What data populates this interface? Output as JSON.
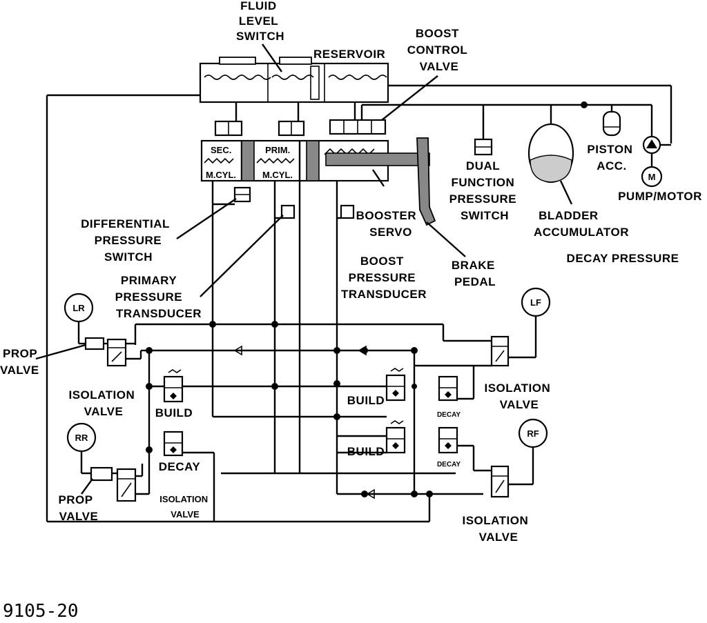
{
  "figure_id": "9105-20",
  "labels": {
    "fluid_level_switch": [
      "FLUID",
      "LEVEL",
      "SWITCH"
    ],
    "reservoir": "RESERVOIR",
    "boost_control_valve": [
      "BOOST",
      "CONTROL",
      "VALVE"
    ],
    "sec_mcyl": [
      "SEC.",
      "M.CYL."
    ],
    "prim_mcyl": [
      "PRIM.",
      "M.CYL."
    ],
    "dual_function_pressure_switch": [
      "DUAL",
      "FUNCTION",
      "PRESSURE",
      "SWITCH"
    ],
    "piston_acc": [
      "PISTON",
      "ACC."
    ],
    "pump_motor": "PUMP/MOTOR",
    "motor_symbol": "M",
    "bladder_accumulator": [
      "BLADDER",
      "ACCUMULATOR"
    ],
    "decay_pressure": "DECAY PRESSURE",
    "differential_pressure_switch": [
      "DIFFERENTIAL",
      "PRESSURE",
      "SWITCH"
    ],
    "primary_pressure_transducer": [
      "PRIMARY",
      "PRESSURE",
      "TRANSDUCER"
    ],
    "booster_servo": [
      "BOOSTER",
      "SERVO"
    ],
    "boost_pressure_transducer": [
      "BOOST",
      "PRESSURE",
      "TRANSDUCER"
    ],
    "brake_pedal": [
      "BRAKE",
      "PEDAL"
    ],
    "wheel_lr": "LR",
    "wheel_rr": "RR",
    "wheel_lf": "LF",
    "wheel_rf": "RF",
    "prop_valve_lr": [
      "PROP",
      "VALVE"
    ],
    "prop_valve_rr": [
      "PROP",
      "VALVE"
    ],
    "isolation_valve_lr": [
      "ISOLATION",
      "VALVE"
    ],
    "isolation_valve_rr": [
      "ISOLATION",
      "VALVE"
    ],
    "isolation_valve_lf": [
      "ISOLATION",
      "VALVE"
    ],
    "isolation_valve_rf": [
      "ISOLATION",
      "VALVE"
    ],
    "build_left": "BUILD",
    "decay_left": "DECAY",
    "build_right_upper": "BUILD",
    "build_right_lower": "BUILD",
    "decay_right_upper": "DECAY",
    "decay_right_lower": "DECAY"
  }
}
